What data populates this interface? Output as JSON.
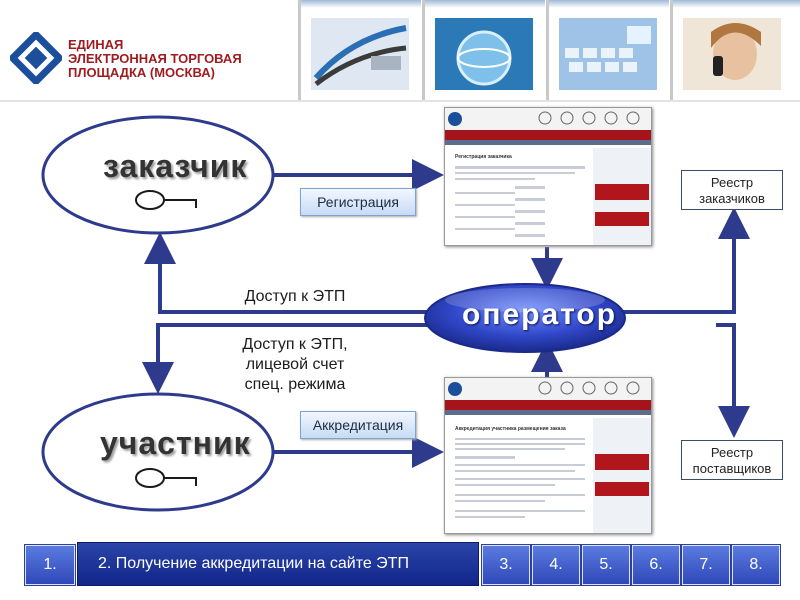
{
  "header": {
    "logo_text_line1": "ЕДИНАЯ",
    "logo_text_line2": "ЭЛЕКТРОННАЯ ТОРГОВАЯ",
    "logo_text_line3": "ПЛОЩАДКА (МОСКВА)"
  },
  "diagram": {
    "customer_label": "заказчик",
    "participant_label": "участник",
    "operator_label": "оператор",
    "registration_button": "Регистрация",
    "accreditation_button": "Аккредитация",
    "access_etp": "Доступ к ЭТП",
    "access_etp_account_l1": "Доступ к ЭТП,",
    "access_etp_account_l2": "лицевой счет",
    "access_etp_account_l3": "спец. режима",
    "customers_registry_l1": "Реестр",
    "customers_registry_l2": "заказчиков",
    "suppliers_registry_l1": "Реестр",
    "suppliers_registry_l2": "поставщиков"
  },
  "screenshots": {
    "top": {
      "title": "Регистрация заказчика"
    },
    "bottom": {
      "title": "Аккредитация участника размещения заказа"
    }
  },
  "nav": {
    "step1": "1.",
    "step2": "2. Получение аккредитации на сайте ЭТП",
    "step3": "3.",
    "step4": "4.",
    "step5": "5.",
    "step6": "6.",
    "step7": "7.",
    "step8": "8."
  },
  "colors": {
    "arrow": "#2e3a8c",
    "brand_red": "#9e1b1f",
    "nav_blue": "#3048b8"
  }
}
